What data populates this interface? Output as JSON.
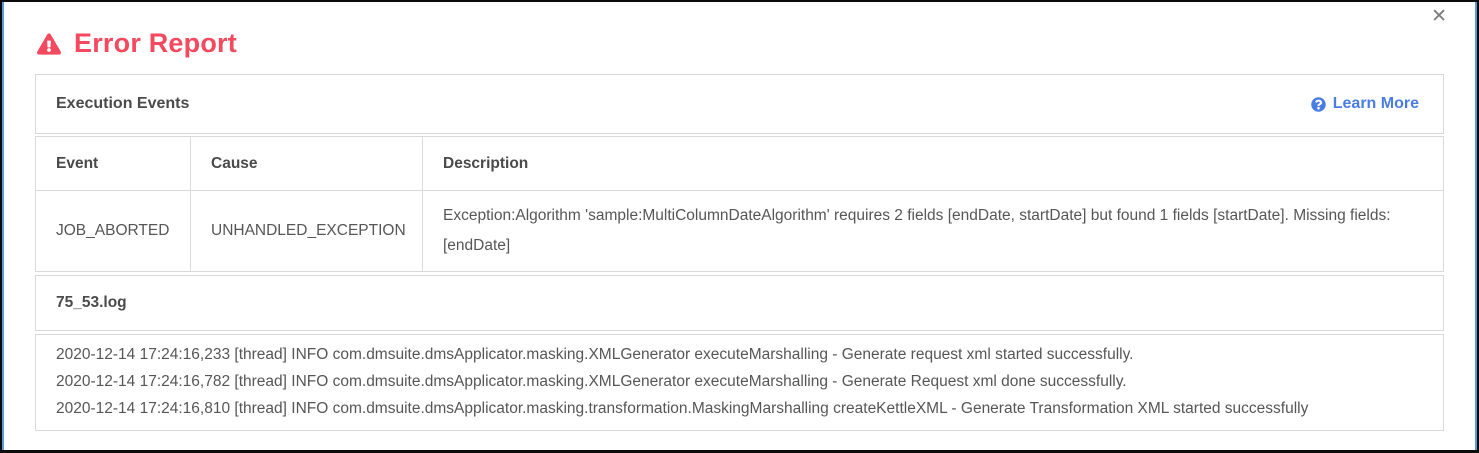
{
  "modal": {
    "title": "Error Report"
  },
  "icons": {
    "close": "✕",
    "warning": "triangle-exclamation",
    "help": "circle-question"
  },
  "execution_events": {
    "heading": "Execution Events",
    "learn_more_label": "Learn More"
  },
  "events_table": {
    "columns": [
      "Event",
      "Cause",
      "Description"
    ],
    "rows": [
      {
        "event": "JOB_ABORTED",
        "cause": "UNHANDLED_EXCEPTION",
        "description": "Exception:Algorithm 'sample:MultiColumnDateAlgorithm' requires 2 fields [endDate, startDate] but found 1 fields [startDate]. Missing fields: [endDate]"
      }
    ]
  },
  "log": {
    "filename": "75_53.log",
    "lines": [
      "2020-12-14 17:24:16,233 [thread] INFO com.dmsuite.dmsApplicator.masking.XMLGenerator executeMarshalling - Generate request xml started successfully.",
      "2020-12-14 17:24:16,782 [thread] INFO com.dmsuite.dmsApplicator.masking.XMLGenerator executeMarshalling - Generate Request xml done successfully.",
      "2020-12-14 17:24:16,810 [thread] INFO com.dmsuite.dmsApplicator.masking.transformation.MaskingMarshalling createKettleXML - Generate Transformation XML started successfully"
    ]
  },
  "colors": {
    "danger": "#f44a60",
    "link_blue": "#4a7de4",
    "border": "#d9d9d9",
    "heading_text": "#4a4a4a",
    "body_text": "#565656"
  }
}
